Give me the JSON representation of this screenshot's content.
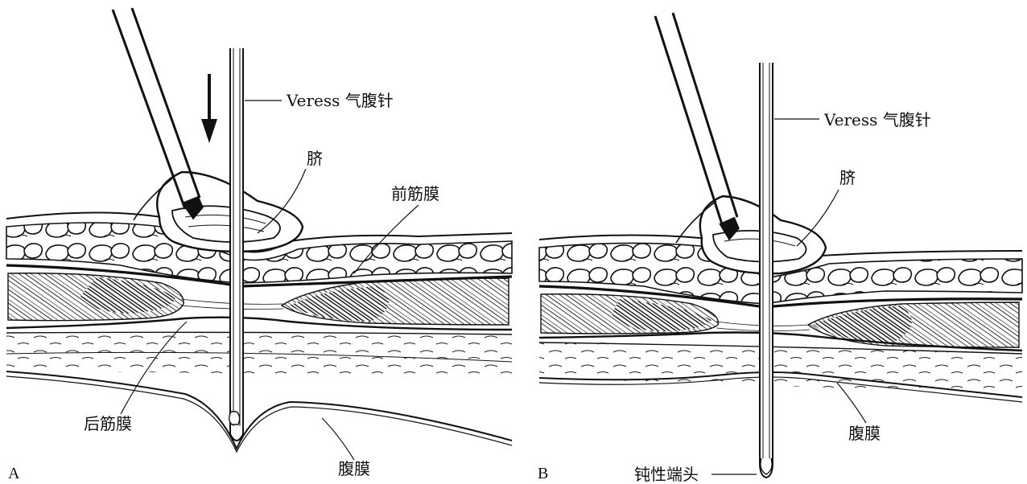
{
  "panel_a": {
    "letter": "A",
    "labels": {
      "needle": "Veress 气腹针",
      "umbilicus": "脐",
      "anterior_fascia": "前筋膜",
      "posterior_fascia": "后筋膜",
      "peritoneum": "腹膜"
    }
  },
  "panel_b": {
    "letter": "B",
    "labels": {
      "needle": "Veress 气腹针",
      "umbilicus": "脐",
      "peritoneum": "腹膜",
      "blunt_tip": "钝性端头"
    }
  }
}
